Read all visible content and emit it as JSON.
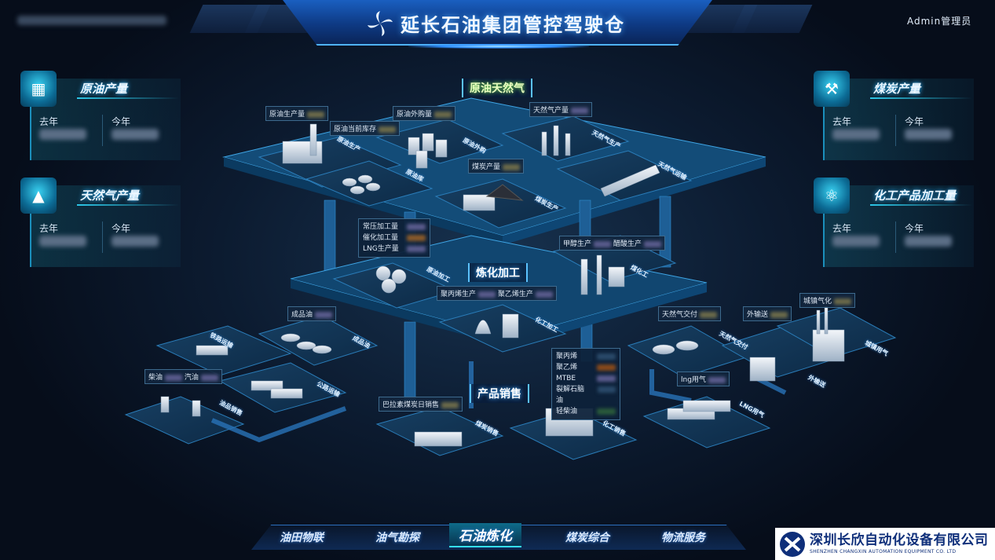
{
  "header": {
    "title": "延长石油集团管控驾驶仓",
    "user": "Admin管理员"
  },
  "panels": {
    "crude": {
      "title": "原油产量",
      "last_year": "去年",
      "this_year": "今年",
      "icon": "oil-barrel-icon"
    },
    "gas": {
      "title": "天然气产量",
      "last_year": "去年",
      "this_year": "今年",
      "icon": "flame-icon"
    },
    "coal": {
      "title": "煤炭产量",
      "last_year": "去年",
      "this_year": "今年",
      "icon": "pickaxe-icon"
    },
    "chem": {
      "title": "化工产品加工量",
      "last_year": "去年",
      "this_year": "今年",
      "icon": "flask-icon"
    }
  },
  "sections": {
    "upstream": "原油天然气",
    "refining": "炼化加工",
    "sales": "产品销售"
  },
  "tips": {
    "crude_prod": "原油生产量",
    "crude_stock": "原油当前库存",
    "crude_purchase": "原油外购量",
    "gas_prod": "天然气产量",
    "coal_prod": "煤炭产量",
    "atm": "常压加工量",
    "cat": "催化加工量",
    "lng": "LNG生产量",
    "methanol": "甲醇生产",
    "acetic": "醋酸生产",
    "pp": "聚丙烯生产",
    "pe": "聚乙烯生产",
    "product_oil": "成品油",
    "diesel": "柴油",
    "gasoline": "汽油",
    "bala": "巴拉素煤炭日销售",
    "gas_delivery": "天然气交付",
    "export": "外输送",
    "town_gas": "城镇气化",
    "lng_gas": "lng用气"
  },
  "chem_list": [
    "聚丙烯",
    "聚乙烯",
    "MTBE",
    "裂解石脑油",
    "轻柴油"
  ],
  "zones": {
    "oil_prod": "原油生产",
    "oil_depot": "原油库",
    "oil_buy": "原油外购",
    "gas_prod": "天然气生产",
    "gas_ship": "天然气运输",
    "coal_prod": "煤炭生产",
    "crude_proc": "原油加工",
    "coal_chem": "煤化工",
    "chem_proc": "化工加工",
    "rail": "铁路运输",
    "oil_depot2": "成品油",
    "road": "公路运输",
    "oil_sales": "油品销售",
    "coal_sales": "煤炭销售",
    "chem_sales": "化工销售",
    "gas_delivery": "天然气交付",
    "town_use": "城镇用气",
    "export": "外输送",
    "lng_use": "LNG用气"
  },
  "nav": [
    {
      "label": "油田物联",
      "active": false
    },
    {
      "label": "油气勘探",
      "active": false
    },
    {
      "label": "石油炼化",
      "active": true
    },
    {
      "label": "煤炭综合",
      "active": false
    },
    {
      "label": "物流服务",
      "active": false
    }
  ],
  "watermark": {
    "cn": "深圳长欣自动化设备有限公司",
    "en": "SHENZHEN CHANGXIN AUTOMATION EQUIPMENT CO. LTD"
  },
  "colors": {
    "accent": "#2ec7ff",
    "highlight": "#86ff57",
    "platform": "#0f4d78"
  }
}
